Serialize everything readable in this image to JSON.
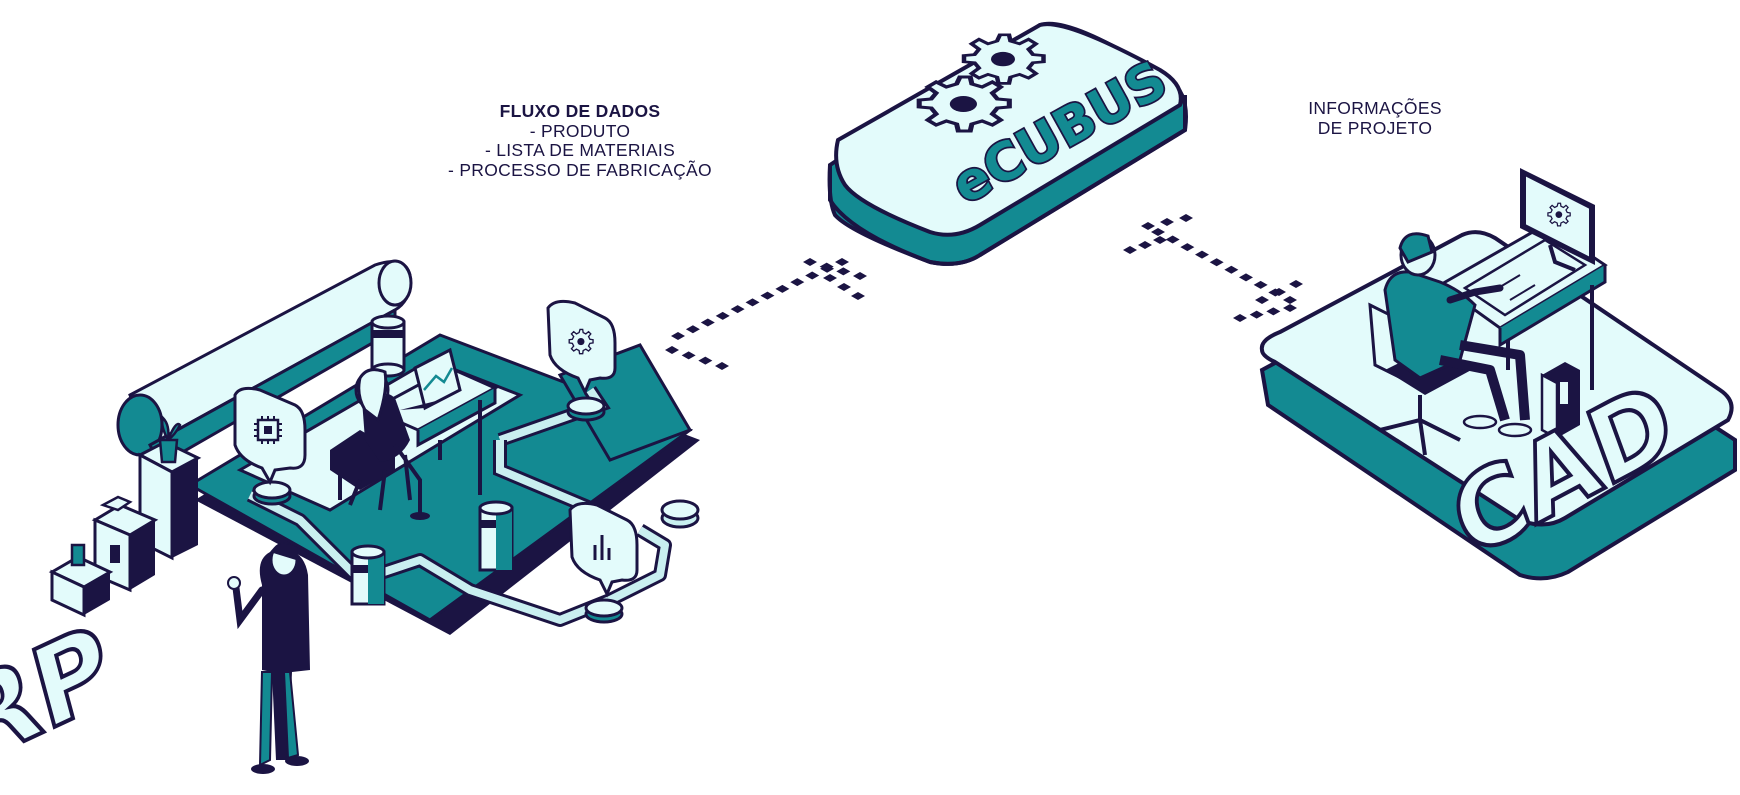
{
  "flow": {
    "title": "FLUXO DE DADOS",
    "items": [
      "- PRODUTO",
      "- LISTA DE MATERIAIS",
      "- PROCESSO DE FABRICAÇÃO"
    ]
  },
  "info": {
    "line1": "INFORMAÇÕES",
    "line2": "DE PROJETO"
  },
  "platforms": {
    "center": {
      "logo": "eCUBUS"
    },
    "left": {
      "logo": "ERP"
    },
    "right": {
      "logo": "CAD"
    }
  },
  "colors": {
    "navy": "#1b1443",
    "teal": "#138a92",
    "teal_dark": "#0d6a72",
    "mint": "#e3fbfb",
    "mint_mid": "#c9eff0"
  },
  "icons": [
    "gear-icon",
    "chip-icon",
    "bar-chart-icon",
    "database-icon",
    "laptop-icon",
    "monitor-icon",
    "plant-icon",
    "printer-icon"
  ]
}
